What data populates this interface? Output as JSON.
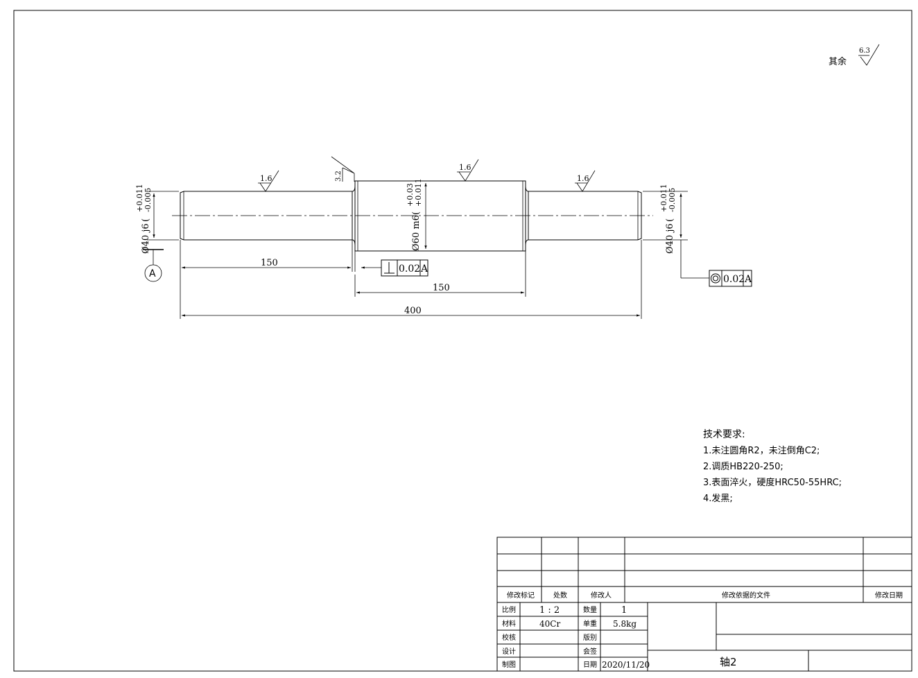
{
  "surface_finish": {
    "other_label": "其余",
    "other_value": "6.3",
    "left_journal": "1.6",
    "middle_body": "1.6",
    "right_journal": "1.6",
    "shoulder_face": "3.2"
  },
  "dimensions": {
    "left_dia_main": "Ø40 j6",
    "left_dia_tol_upper": "+0.011",
    "left_dia_tol_lower": "-0.005",
    "mid_dia_main": "Ø60 m6",
    "mid_dia_tol_upper": "+0.03",
    "mid_dia_tol_lower": "+0.011",
    "right_dia_main": "Ø40 j6",
    "right_dia_tol_upper": "+0.011",
    "right_dia_tol_lower": "-0.005",
    "len_left": "150",
    "len_mid": "150",
    "len_total": "400"
  },
  "datum": {
    "label": "A"
  },
  "tolerance_frames": {
    "perpendicularity": {
      "symbol": "⊥",
      "value": "0.02",
      "datum": "A"
    },
    "concentricity": {
      "symbol": "◎",
      "value": "0.02",
      "datum": "A"
    }
  },
  "technical_requirements": {
    "title": "技术要求:",
    "items": [
      "1.未注圆角R2，未注倒角C2;",
      "2.调质HB220-250;",
      "3.表面淬火，硬度HRC50-55HRC;",
      "4.发黑;"
    ]
  },
  "title_block": {
    "rev_headers": {
      "mark": "修改标记",
      "count": "处数",
      "person": "修改人",
      "document": "修改依据的文件",
      "date": "修改日期"
    },
    "scale_label": "比例",
    "scale_value": "1 : 2",
    "quantity_label": "数量",
    "quantity_value": "1",
    "material_label": "材料",
    "material_value": "40Cr",
    "unit_weight_label": "单重",
    "unit_weight_value": "5.8kg",
    "check_label": "校核",
    "version_label": "版别",
    "design_label": "设计",
    "countersign_label": "会签",
    "drawn_label": "制图",
    "date_label": "日期",
    "date_value": "2020/11/20",
    "part_name": "轴2"
  }
}
